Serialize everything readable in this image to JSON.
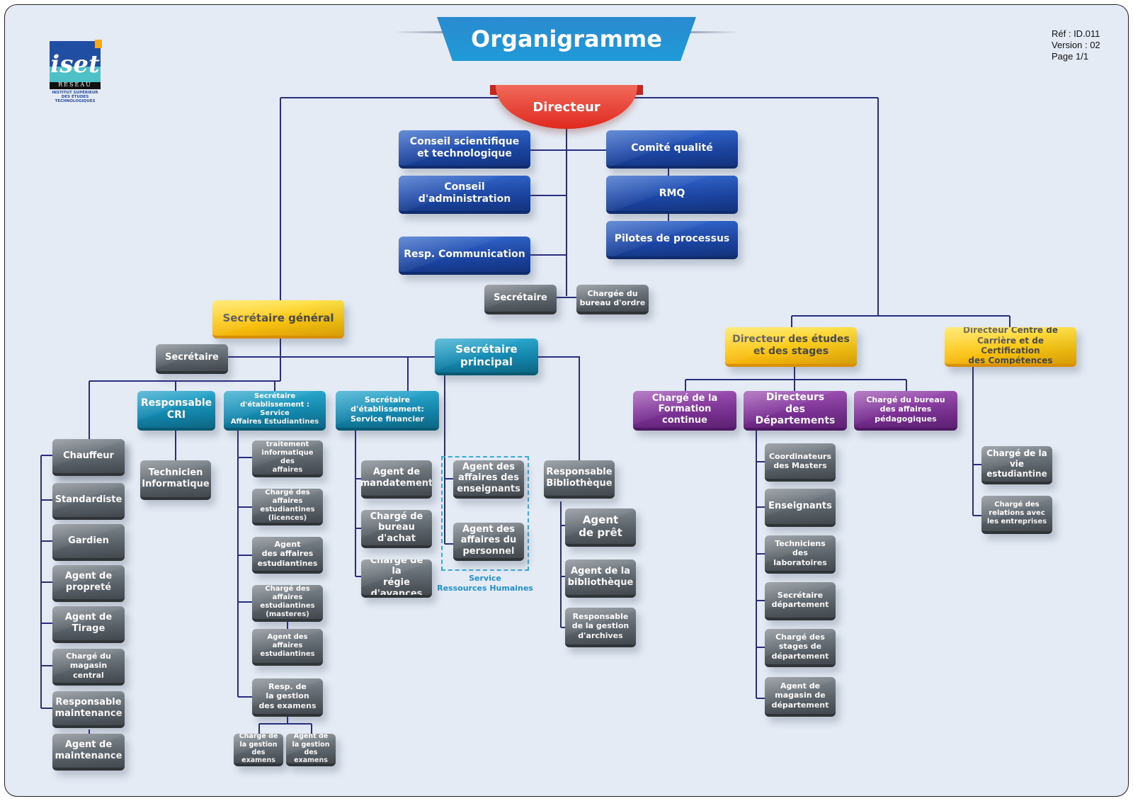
{
  "title": "Organigramme",
  "logo": {
    "acronym": "iset",
    "network": "RESEAU",
    "institution": "INSTITUT SUPÉRIEUR\nDES ÉTUDES\nTECHNOLOGIQUES"
  },
  "reference": {
    "ref": "Réf : ID.011",
    "version": "Version : 02",
    "page": "Page 1/1"
  },
  "colors": {
    "background": "#e4ebf5",
    "connector": "#2b2d7f",
    "director": "#e0281e",
    "blue_unit": "#1c47a8",
    "teal_unit": "#148ab2",
    "yellow_unit": "#fcc712",
    "purple_unit": "#7d3296",
    "gray_unit": "#5d656c",
    "hr_dashed": "#3aa9dc"
  },
  "director": "Directeur",
  "council": {
    "scientific": "Conseil scientifique\net technologique",
    "admin": "Conseil d'administration",
    "communication": "Resp. Communication",
    "quality": "Comité qualité",
    "rmq": "RMQ",
    "process": "Pilotes de processus",
    "secretary": "Secrétaire",
    "order_office": "Chargée du\nbureau d'ordre"
  },
  "general_secretary": {
    "title": "Secrétaire général",
    "secretary": "Secrétaire",
    "principal": "Secrétaire\nprincipal",
    "resp_cri": "Responsable\nCRI",
    "technician": "Technicien\nInformatique",
    "student_affairs": "Secrétaire d'établissement :\nService\nAffaires Estudiantines",
    "finance": "Secrétaire d'établissement:\nService financier",
    "general_staff": [
      "Chauffeur",
      "Standardiste",
      "Gardien",
      "Agent de\npropreté",
      "Agent de\nTirage",
      "Chargé du\nmagasin central",
      "Responsable\nmaintenance",
      "Agent de\nmaintenance"
    ],
    "student_staff": [
      "Chargé de traitement\ninformatique des\naffaires estudiantines",
      "Chargé des affaires\nestudiantines\n(licences)",
      "Agent\ndes affaires\nestudiantines",
      "Chargé des affaires\nestudiantines\n(masteres)",
      "Agent des\naffaires\nestudiantines",
      "Resp. de\nla gestion\ndes examens"
    ],
    "exam_staff": [
      "Chargé de\nla gestion\ndes examens",
      "Agent de\nla gestion\ndes examens"
    ],
    "finance_staff": [
      "Agent de\nmandatement",
      "Chargé de\nbureau d'achat",
      "Chargé de la\nrégie d'avances"
    ],
    "hr_staff": [
      "Agent des\naffaires des\nenseignants",
      "Agent des\naffaires du\npersonnel"
    ],
    "hr_label": "Service\nRessources Humaines",
    "library_head": "Responsable\nBibliothèque",
    "library_staff": [
      "Agent\nde prêt",
      "Agent de la\nbibliothèque",
      "Responsable\nde la gestion\nd'archives"
    ]
  },
  "studies": {
    "title": "Directeur des études\net des stages",
    "continuing": "Chargé de la\nFormation continue",
    "departments": "Directeurs\ndes Départements",
    "pedagogy": "Chargé du bureau\ndes affaires\npédagogiques",
    "dept_staff": [
      "Coordinateurs\ndes Masters",
      "Enseignants",
      "Techniciens\ndes laboratoires",
      "Secrétaire\ndépartement",
      "Chargé des\nstages de\ndépartement",
      "Agent de\nmagasin de\ndépartement"
    ]
  },
  "career": {
    "title": "Directeur Centre de\nCarrière et de Certification\ndes Compétences",
    "staff": [
      "Chargé de la\nvie estudiantine",
      "Chargé  des\nrelations avec\nles entreprises"
    ]
  }
}
